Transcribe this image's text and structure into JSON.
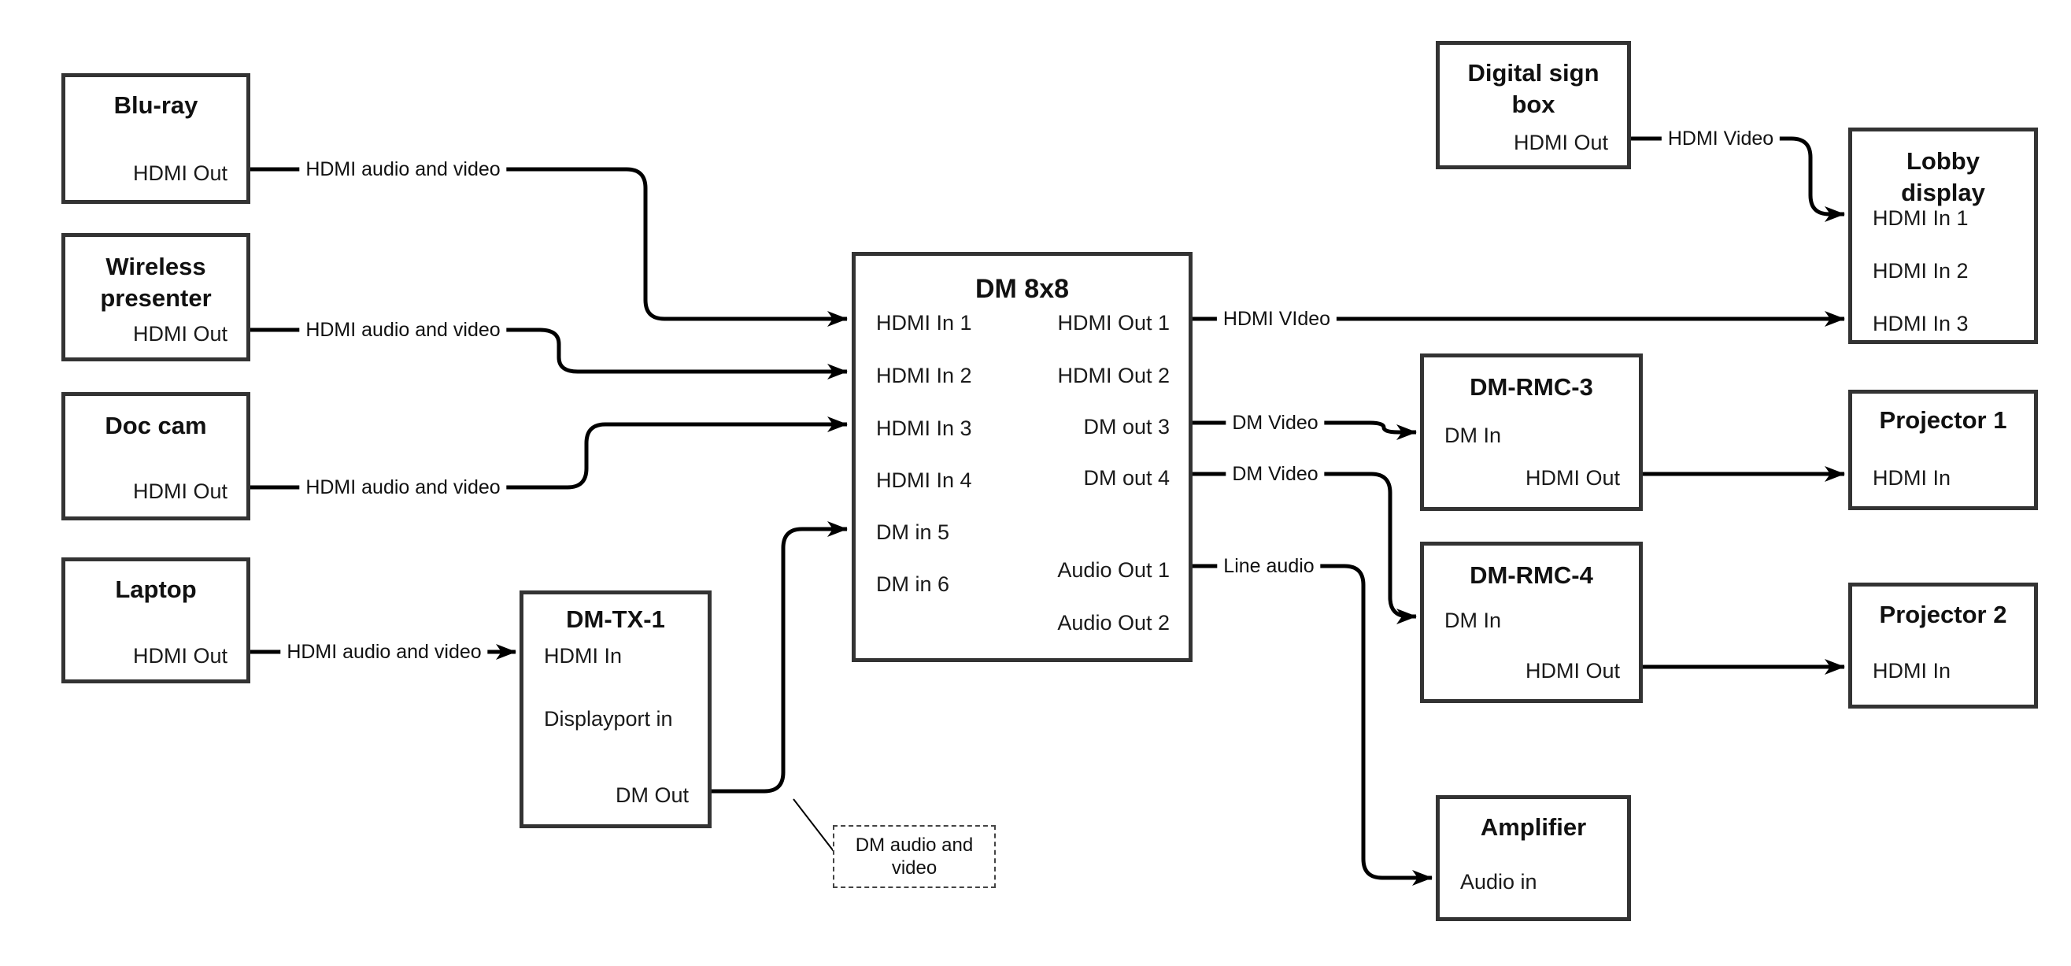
{
  "nodes": {
    "bluray": {
      "title": "Blu-ray",
      "ports": [
        "HDMI Out"
      ]
    },
    "wireless": {
      "title": "Wireless presenter",
      "ports": [
        "HDMI Out"
      ]
    },
    "doc_cam": {
      "title": "Doc cam",
      "ports": [
        "HDMI Out"
      ]
    },
    "laptop": {
      "title": "Laptop",
      "ports": [
        "HDMI Out"
      ]
    },
    "dm_tx_1": {
      "title": "DM-TX-1",
      "ports": [
        "HDMI In",
        "Displayport in",
        "DM Out"
      ]
    },
    "dm_8x8": {
      "title": "DM 8x8",
      "ports_left": [
        "HDMI In 1",
        "HDMI In 2",
        "HDMI In 3",
        "HDMI In 4",
        "DM in 5",
        "DM in 6"
      ],
      "ports_right": [
        "HDMI Out 1",
        "HDMI Out 2",
        "DM out 3",
        "DM out 4",
        "Audio Out 1",
        "Audio Out 2"
      ]
    },
    "digital_sign": {
      "title": "Digital sign box",
      "ports": [
        "HDMI Out"
      ]
    },
    "lobby_display": {
      "title": "Lobby display",
      "ports": [
        "HDMI In 1",
        "HDMI In 2",
        "HDMI In 3"
      ]
    },
    "dm_rmc_3": {
      "title": "DM-RMC-3",
      "ports": [
        "DM In",
        "HDMI Out"
      ]
    },
    "projector_1": {
      "title": "Projector 1",
      "ports": [
        "HDMI In"
      ]
    },
    "dm_rmc_4": {
      "title": "DM-RMC-4",
      "ports": [
        "DM In",
        "HDMI Out"
      ]
    },
    "projector_2": {
      "title": "Projector 2",
      "ports": [
        "HDMI In"
      ]
    },
    "amplifier": {
      "title": "Amplifier",
      "ports": [
        "Audio in"
      ]
    }
  },
  "wire_labels": {
    "bluray_feed": "HDMI audio and video",
    "wireless_feed": "HDMI audio and video",
    "doccam_feed": "HDMI audio and video",
    "laptop_feed": "HDMI audio and video",
    "hdmi_out1": "HDMI VIdeo",
    "digital_sign": "HDMI Video",
    "dm_out3": "DM Video",
    "dm_out4": "DM Video",
    "audio_out1": "Line audio",
    "annotation": "DM audio and video"
  },
  "colors": {
    "wire": "#000000",
    "box_border": "#333333",
    "background": "#ffffff",
    "text": "#111111"
  }
}
